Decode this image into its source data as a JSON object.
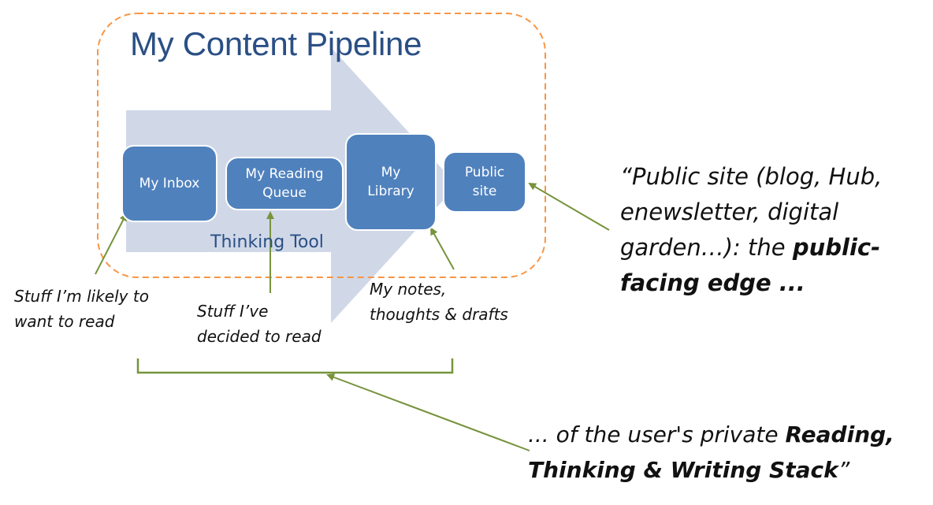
{
  "title": "My Content Pipeline",
  "arrow_label": "Thinking Tool",
  "stages": [
    {
      "id": "inbox",
      "label_lines": [
        "My Inbox"
      ]
    },
    {
      "id": "reading-queue",
      "label_lines": [
        "My Reading",
        "Queue"
      ]
    },
    {
      "id": "library",
      "label_lines": [
        "My",
        "Library"
      ]
    },
    {
      "id": "public-site",
      "label_lines": [
        "Public",
        "site"
      ]
    }
  ],
  "notes": {
    "inbox": [
      "Stuff I’m likely to",
      "want to read"
    ],
    "reading_queue": [
      "Stuff I’ve",
      "decided to read"
    ],
    "library": [
      "My notes,",
      "thoughts & drafts"
    ]
  },
  "quote_top": {
    "line1": "“Public site (blog, Hub,",
    "line2": "enewsletter, digital",
    "line3_plain": "garden…): the ",
    "line3_bold": "public-",
    "line4_bold": "facing edge ..."
  },
  "quote_bottom": {
    "line1_plain": "... of the user's private ",
    "line1_bold": "Reading,",
    "line2_bold": "Thinking & Writing Stack",
    "line2_plain": "”"
  },
  "colors": {
    "title": "#2a4f85",
    "box_fill": "#4f81bd",
    "arrow_fill": "#d0d8e8",
    "dashed_border": "#f79646",
    "connector": "#77933c"
  }
}
